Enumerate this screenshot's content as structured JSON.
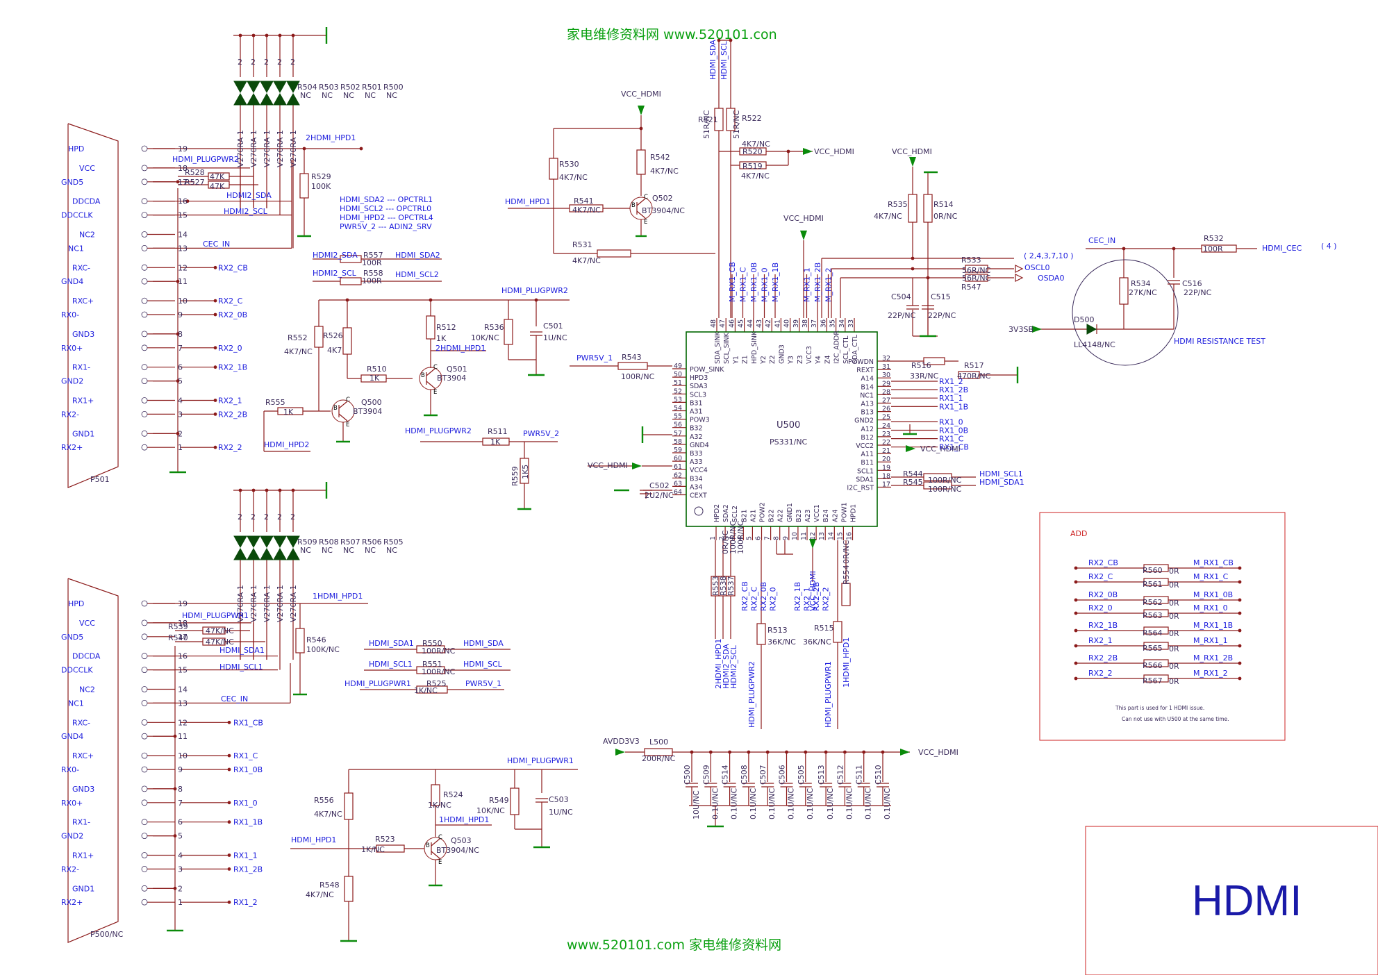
{
  "watermark": {
    "top": "家电维修资料网    www.520101.con",
    "bottom": "www.520101.com  家电维修资料网"
  },
  "title_block": {
    "title": "HDMI"
  },
  "chip": {
    "ref": "U500",
    "value": "PS331/NC",
    "left_pins": [
      [
        "49",
        "POW_SINK"
      ],
      [
        "50",
        "HPD3"
      ],
      [
        "51",
        "SDA3"
      ],
      [
        "52",
        "SCL3"
      ],
      [
        "53",
        "B31"
      ],
      [
        "54",
        "A31"
      ],
      [
        "55",
        "POW3"
      ],
      [
        "56",
        "B32"
      ],
      [
        "57",
        "A32"
      ],
      [
        "58",
        "GND4"
      ],
      [
        "59",
        "B33"
      ],
      [
        "60",
        "A33"
      ],
      [
        "61",
        "VCC4"
      ],
      [
        "62",
        "B34"
      ],
      [
        "63",
        "A34"
      ],
      [
        "64",
        "CEXT"
      ]
    ],
    "right_pins": [
      [
        "32",
        "POWDN"
      ],
      [
        "31",
        "REXT"
      ],
      [
        "30",
        "A14"
      ],
      [
        "29",
        "B14"
      ],
      [
        "28",
        "NC1"
      ],
      [
        "27",
        "A13"
      ],
      [
        "26",
        "B13"
      ],
      [
        "25",
        "GND2"
      ],
      [
        "24",
        "A12"
      ],
      [
        "23",
        "B12"
      ],
      [
        "22",
        "VCC2"
      ],
      [
        "21",
        "A11"
      ],
      [
        "20",
        "B11"
      ],
      [
        "19",
        "SCL1"
      ],
      [
        "18",
        "SDA1"
      ],
      [
        "17",
        "I2C_RST"
      ]
    ],
    "top_pins": [
      [
        "48",
        "SDA_SINK"
      ],
      [
        "47",
        "SCL_SINK"
      ],
      [
        "46",
        "Y1"
      ],
      [
        "45",
        "Z1"
      ],
      [
        "44",
        "HPD_SINK"
      ],
      [
        "43",
        "Y2"
      ],
      [
        "42",
        "Z2"
      ],
      [
        "41",
        "GND3"
      ],
      [
        "40",
        "Y3"
      ],
      [
        "39",
        "Z3"
      ],
      [
        "38",
        "VCC3"
      ],
      [
        "37",
        "Y4"
      ],
      [
        "36",
        "Z4"
      ],
      [
        "35",
        "I2C_ADDR"
      ],
      [
        "34",
        "SCL_CTL"
      ],
      [
        "33",
        "SDA_CTL"
      ]
    ],
    "bottom_pins": [
      [
        "1",
        "HPD2"
      ],
      [
        "2",
        "SDA2"
      ],
      [
        "3",
        "SCL2"
      ],
      [
        "4",
        "B21"
      ],
      [
        "5",
        "A21"
      ],
      [
        "6",
        "POW2"
      ],
      [
        "7",
        "B22"
      ],
      [
        "8",
        "A22"
      ],
      [
        "9",
        "GND1"
      ],
      [
        "10",
        "B23"
      ],
      [
        "11",
        "A23"
      ],
      [
        "12",
        "VCC1"
      ],
      [
        "13",
        "B24"
      ],
      [
        "14",
        "A24"
      ],
      [
        "15",
        "POW1"
      ],
      [
        "16",
        "HPD1"
      ]
    ]
  },
  "connectors": {
    "p501": {
      "ref": "P501",
      "pins": [
        [
          "19",
          "HPD"
        ],
        [
          "18",
          "VCC"
        ],
        [
          "17",
          "GND5"
        ],
        [
          "16",
          "DDCDA"
        ],
        [
          "15",
          "DDCCLK"
        ],
        [
          "14",
          "NC2"
        ],
        [
          "13",
          "NC1"
        ],
        [
          "12",
          "RXC-"
        ],
        [
          "11",
          "GND4"
        ],
        [
          "10",
          "RXC+"
        ],
        [
          "9",
          "RX0-"
        ],
        [
          "8",
          "GND3"
        ],
        [
          "7",
          "RX0+"
        ],
        [
          "6",
          "RX1-"
        ],
        [
          "5",
          "GND2"
        ],
        [
          "4",
          "RX1+"
        ],
        [
          "3",
          "RX2-"
        ],
        [
          "2",
          "GND1"
        ],
        [
          "1",
          "RX2+"
        ]
      ],
      "nets": [
        "RX2_CB",
        "RX2_C",
        "RX2_0B",
        "RX2_0",
        "RX2_1B",
        "RX2_1",
        "RX2_2B",
        "RX2_2"
      ]
    },
    "p500": {
      "ref": "P500/NC",
      "pins": [
        [
          "19",
          "HPD"
        ],
        [
          "18",
          "VCC"
        ],
        [
          "17",
          "GND5"
        ],
        [
          "16",
          "DDCDA"
        ],
        [
          "15",
          "DDCCLK"
        ],
        [
          "14",
          "NC2"
        ],
        [
          "13",
          "NC1"
        ],
        [
          "12",
          "RXC-"
        ],
        [
          "11",
          "GND4"
        ],
        [
          "10",
          "RXC+"
        ],
        [
          "9",
          "RX0-"
        ],
        [
          "8",
          "GND3"
        ],
        [
          "7",
          "RX0+"
        ],
        [
          "6",
          "RX1-"
        ],
        [
          "5",
          "GND2"
        ],
        [
          "4",
          "RX1+"
        ],
        [
          "3",
          "RX2-"
        ],
        [
          "2",
          "GND1"
        ],
        [
          "1",
          "RX2+"
        ]
      ],
      "nets": [
        "RX1_CB",
        "RX1_C",
        "RX1_0B",
        "RX1_0",
        "RX1_1B",
        "RX1_1",
        "RX1_2B",
        "RX1_2"
      ]
    }
  },
  "labels": {
    "hpd2": "2HDMI_HPD1",
    "plug2": "HDMI_PLUGPWR2",
    "sda2": "HDMI2_SDA",
    "scl2": "HDMI2_SCL",
    "cec_in": "CEC_IN",
    "hpd1": "1HDMI_HPD1",
    "plug1": "HDMI_PLUGPWR1",
    "sda1": "HDMI_SDA1",
    "scl1": "HDMI_SCL1",
    "r529": "R529",
    "r529v": "100K",
    "r546": "R546",
    "r546v": "100K/NC",
    "r528": "R528",
    "r527": "R527",
    "r528v": "47K",
    "r527v": "47K",
    "r539": "R539",
    "r540": "R540",
    "r539v": "47K/NC",
    "r540v": "47K/NC",
    "v270": "V270RA 1",
    "two": "2",
    "top_tvs": [
      "R504",
      "R503",
      "R502",
      "R501",
      "R500"
    ],
    "bot_tvs": [
      "R509",
      "R508",
      "R507",
      "R506",
      "R505"
    ],
    "nc": "NC",
    "map": [
      "HDMI_SDA2 --- OPCTRL1",
      "HDMI_SCL2 --- OPCTRL0",
      "HDMI_HPD2 --- OPCTRL4",
      "PWR5V_2 --- ADIN2_SRV"
    ],
    "r557": "R557",
    "r558": "R558",
    "r100": "100R",
    "hdmi2_sda": "HDMI2_SDA",
    "hdmi2_scl": "HDMI2_SCL",
    "hdmi_sda2": "HDMI_SDA2",
    "hdmi_scl2": "HDMI_SCL2",
    "r550": "R550",
    "r551": "R551",
    "r100nc": "100R/NC",
    "hdmi_sda1": "HDMI_SDA1",
    "hdmi_scl1": "HDMI_SCL1",
    "hdmi_sda": "HDMI_SDA",
    "hdmi_scl": "HDMI_SCL",
    "r525": "R525",
    "r525v": "1K/NC",
    "pwr5v1": "PWR5V_1",
    "vcc_hdmi": "VCC_HDMI",
    "r542": "R542",
    "r542v": "4K7/NC",
    "r530": "R530",
    "r530v": "4K7/NC",
    "r541": "R541",
    "r541v": "4K7/NC",
    "hdmi_hpd1": "HDMI_HPD1",
    "q502": "Q502",
    "q502v": "BT3904/NC",
    "r531": "R531",
    "r531v": "4K7/NC",
    "r552": "R552",
    "r552v": "4K7/NC",
    "r526": "R526",
    "r526v": "4K7",
    "r512": "R512",
    "r512v": "1K",
    "r536": "R536",
    "r536v": "10K/NC",
    "c501": "C501",
    "c501v": "1U/NC",
    "r510": "R510",
    "r510v": "1K",
    "q501": "Q501",
    "q501v": "BT3904",
    "r555": "R555",
    "r555v": "1K",
    "q500": "Q500",
    "q500v": "BT3904",
    "hdmi_hpd2": "HDMI_HPD2",
    "r511": "R511",
    "r511v": "1K",
    "pwr5v2": "PWR5V_2",
    "r559": "R559",
    "r559v": "1K5",
    "r543": "R543",
    "r543v": "100R/NC",
    "c502": "C502",
    "c502v": "2U2/NC",
    "r521": "R521",
    "r521v": "51R/NC",
    "r522": "R522",
    "r522v": "51R/NC",
    "r520": "R520",
    "r519": "R519",
    "r4k7nc": "4K7/NC",
    "r535": "R535",
    "r535v": "4K7/NC",
    "r514": "R514",
    "r514v": "0R/NC",
    "r533": "R533",
    "r547": "R547",
    "r56nc": "56R/NC",
    "oscl": "OSCL0",
    "osda": "OSDA0",
    "pages": "( 2,4,3,7,10 )",
    "c504": "C504",
    "c515": "C515",
    "c22p": "22P/NC",
    "r532": "R532",
    "r532v": "100R",
    "hdmi_cec": "HDMI_CEC",
    "four": "( 4 )",
    "r534": "R534",
    "r534v": "27K/NC",
    "c516": "C516",
    "c516v": "22P/NC",
    "d500": "D500",
    "d500v": "LL4148/NC",
    "v3sb": "3V3SB",
    "rtest": "HDMI RESISTANCE TEST",
    "r516": "R516",
    "r516v": "33R/NC",
    "r517": "R517",
    "r517v": "470R/NC",
    "r544": "R544",
    "r545": "R545",
    "hdmi_scl1_o": "HDMI_SCL1",
    "hdmi_sda1_o": "HDMI_SDA1",
    "right_nets": [
      "RX1_2",
      "RX1_2B",
      "RX1_1",
      "RX1_1B",
      "RX1_0",
      "RX1_0B",
      "RX1_C",
      "RX1_CB"
    ],
    "top_nets": [
      "M_RX1_CB",
      "M_RX1_C",
      "M_RX1_0B",
      "M_RX1_0",
      "M_RX1_1B",
      "M_RX1_1",
      "M_RX1_2B",
      "M_RX1_2"
    ],
    "top_sig": [
      "HDMI_SDA",
      "HDMI_SCL"
    ],
    "bot_res": [
      [
        "R553",
        "0R/NC"
      ],
      [
        "R538",
        "100R/NC"
      ],
      [
        "R537",
        "100R/NC"
      ]
    ],
    "bot_nets": [
      "2HDMI_HPD1",
      "HDMI2_SDA",
      "HDMI2_SCL"
    ],
    "bot_rx": [
      "RX2_CB",
      "RX2_C",
      "RX2_0B",
      "RX2_0",
      "RX2_1B",
      "RX2_1",
      "RX2_2B",
      "RX2_2"
    ],
    "r513": "R513",
    "r513v": "36K/NC",
    "r515": "R515",
    "r515v": "36K/NC",
    "r554": "R554",
    "r554v": "0R/NC",
    "plug2v": "HDMI_PLUGPWR2",
    "plug1v": "HDMI_PLUGPWR1",
    "hpd1v": "1HDMI_HPD1",
    "vcc_v": "VCC_HDMI",
    "avdd": "AVDD3V3",
    "l500": "L500",
    "l500v": "200R/NC",
    "caps": [
      "C500",
      "C509",
      "C514",
      "C508",
      "C507",
      "C506",
      "C505",
      "C513",
      "C512",
      "C511",
      "C510"
    ],
    "c10u": "10U/NC",
    "c01u": "0.1U/NC",
    "r556": "R556",
    "r556v": "4K7/NC",
    "r548": "R548",
    "r548v": "4K7/NC",
    "r524": "R524",
    "r524v": "1K/NC",
    "r549": "R549",
    "r549v": "10K/NC",
    "c503": "C503",
    "c503v": "1U/NC",
    "r523": "R523",
    "r523v": "1K/NC",
    "q503": "Q503",
    "q503v": "BT3904/NC",
    "hpd1_in": "HDMI_HPD1",
    "add": "ADD",
    "add_res": [
      "R560",
      "R561",
      "R562",
      "R563",
      "R564",
      "R565",
      "R566",
      "R567"
    ],
    "or": "0R",
    "note1": "This part is used for 1 HDMI issue.",
    "note2": "Can not use with U500 at the same time."
  }
}
